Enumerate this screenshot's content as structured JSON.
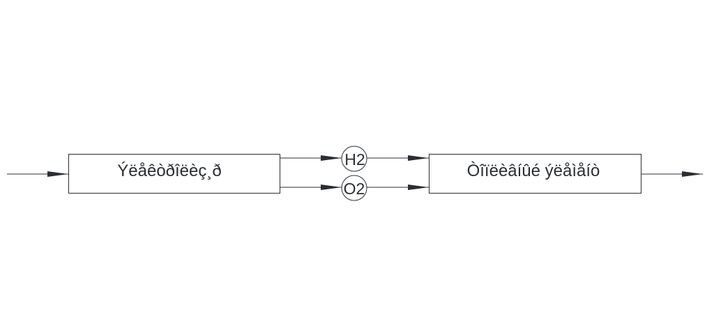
{
  "blocks": {
    "left_label": "Ýëåêòðîëèç¸ð",
    "right_label": "Òîïëèâíûé ýëåìåíò"
  },
  "nodes": {
    "top": "H2",
    "bottom": "O2"
  },
  "colors": {
    "stroke": "#2a2e33",
    "background": "#ffffff"
  }
}
